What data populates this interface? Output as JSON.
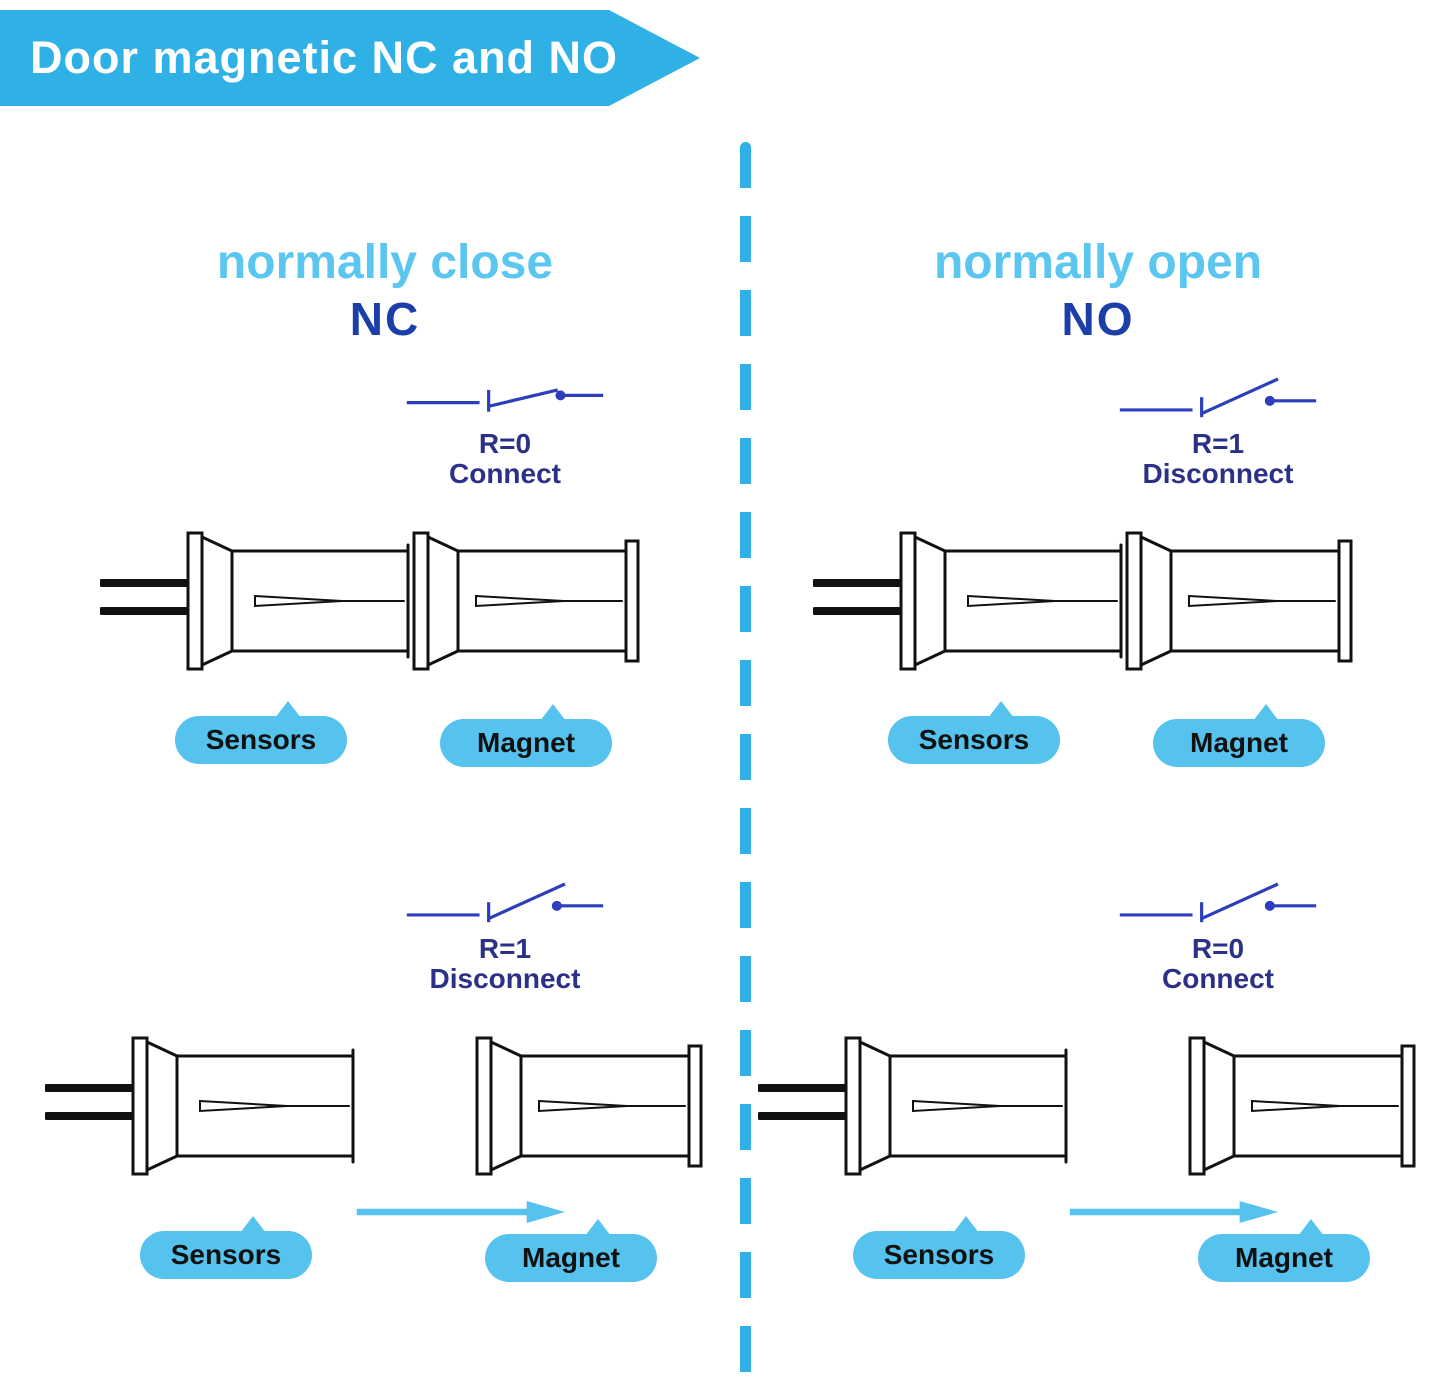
{
  "banner": {
    "title": "Door magnetic NC and NO"
  },
  "colors": {
    "banner_cyan": "#2FB1E5",
    "heading_light_blue": "#5BC6EF",
    "heading_navy": "#1C3EA8",
    "switch_blue": "#2C3EBC",
    "label_navy": "#2B3186",
    "pill_cyan": "#56C2EE",
    "line_black": "#111111"
  },
  "icons": {
    "switch_closed": "circuit-switch-closed",
    "switch_open": "circuit-switch-open",
    "sensor": "door-sensor-line-drawing",
    "magnet": "magnet-line-drawing",
    "arrow_right": "cyan-right-arrow",
    "divider": "vertical-dashed-line"
  },
  "columns": [
    {
      "subtitle": "normally close",
      "abbr": "NC",
      "scenarios": [
        {
          "switch_state": "closed",
          "r_label": "R=0",
          "state_label": "Connect",
          "sensors_label": "Sensors",
          "magnet_label": "Magnet",
          "separated": false
        },
        {
          "switch_state": "open",
          "r_label": "R=1",
          "state_label": "Disconnect",
          "sensors_label": "Sensors",
          "magnet_label": "Magnet",
          "separated": true
        }
      ]
    },
    {
      "subtitle": "normally open",
      "abbr": "NO",
      "scenarios": [
        {
          "switch_state": "open",
          "r_label": "R=1",
          "state_label": "Disconnect",
          "sensors_label": "Sensors",
          "magnet_label": "Magnet",
          "separated": false
        },
        {
          "switch_state": "open",
          "r_label": "R=0",
          "state_label": "Connect",
          "sensors_label": "Sensors",
          "magnet_label": "Magnet",
          "separated": true
        }
      ]
    }
  ]
}
